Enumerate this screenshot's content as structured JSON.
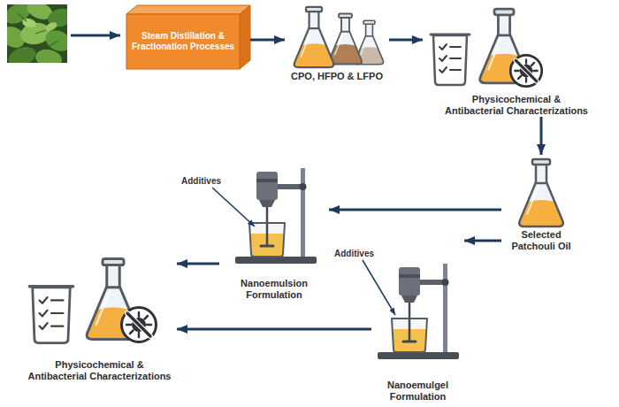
{
  "diagram": {
    "nodes": [
      {
        "text": [
          "Steam Distillation & Fractionation Processes"
        ]
      },
      {
        "text": [
          "CPO, HFPO & LFPO"
        ]
      },
      {
        "text": [
          "Physicochemical & Antibacterial Characterizations"
        ]
      },
      {
        "text": [
          "Selected Patchouli Oil"
        ]
      },
      {
        "text": [
          "Nanoemulsion Formulation"
        ]
      },
      {
        "text": [
          "Nanoemulgel Formulation"
        ]
      },
      {
        "text": [
          "Physicochemical & Antibacterial Characterizations"
        ]
      }
    ],
    "edges": [
      {
        "from": 0,
        "to": 1,
        "arrow": "to"
      },
      {
        "from": 1,
        "to": 2,
        "arrow": "to"
      },
      {
        "from": 2,
        "to": 3,
        "arrow": "to"
      },
      {
        "from": 3,
        "to": 4,
        "arrow": "to"
      },
      {
        "from": 3,
        "to": 5,
        "arrow": "to"
      },
      {
        "from": 4,
        "to": 6,
        "arrow": "to"
      },
      {
        "from": 5,
        "to": 6,
        "arrow": "to"
      }
    ],
    "labels": [
      "Additives",
      "Additives"
    ]
  }
}
